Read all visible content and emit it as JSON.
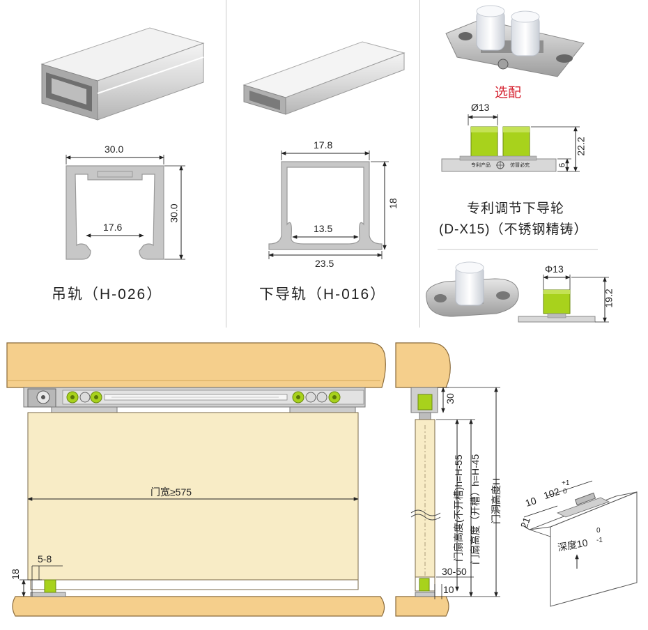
{
  "top": {
    "hanging_rail": {
      "caption": "吊轨（H-026）",
      "dim_width": "30.0",
      "dim_height": "30.0",
      "dim_inner": "17.6"
    },
    "lower_rail": {
      "caption": "下导轨（H-016）",
      "dim_top": "17.8",
      "dim_height": "18",
      "dim_inner": "13.5",
      "dim_bottom": "23.5"
    },
    "accessory": {
      "optional_label": "选配",
      "dia_label": "Ø13",
      "dim_total_h": "22.2",
      "dim_base_h": "6",
      "plate_text_1": "专利产品",
      "plate_text_2": "仿冒必究",
      "caption_line1": "专利调节下导轮",
      "caption_line2": "(D-X15)（不锈钢精铸）",
      "dia_label_2": "Φ13",
      "dim_total_h_2": "19.2"
    }
  },
  "bottom": {
    "front": {
      "door_width_label": "门宽≥575",
      "dim_gap": "5-8",
      "dim_floor_h": "18"
    },
    "side": {
      "dim_top": "30",
      "label_leaf_no_groove": "门扇高度(不开槽)h=H-55",
      "label_leaf_groove": "门扇高度（开槽）h=H-45",
      "label_opening": "门洞高度H",
      "dim_groove_depth": "30-50",
      "dim_bottom": "10"
    },
    "groove_detail": {
      "dim_10": "10",
      "dim_102": "102",
      "tol_102_upper": "+1",
      "tol_102_lower": "0",
      "dim_21": "21",
      "depth_label": "深度10",
      "tol_depth_upper": "0",
      "tol_depth_lower": "-1"
    }
  },
  "colors": {
    "wood": "#f5cf8c",
    "wood_edge": "#8a6a3a",
    "door": "#f8ecc6",
    "aluminum": "#c8c8c8",
    "wheel_green": "#a8d21c",
    "accent_red": "#d51d2b"
  }
}
